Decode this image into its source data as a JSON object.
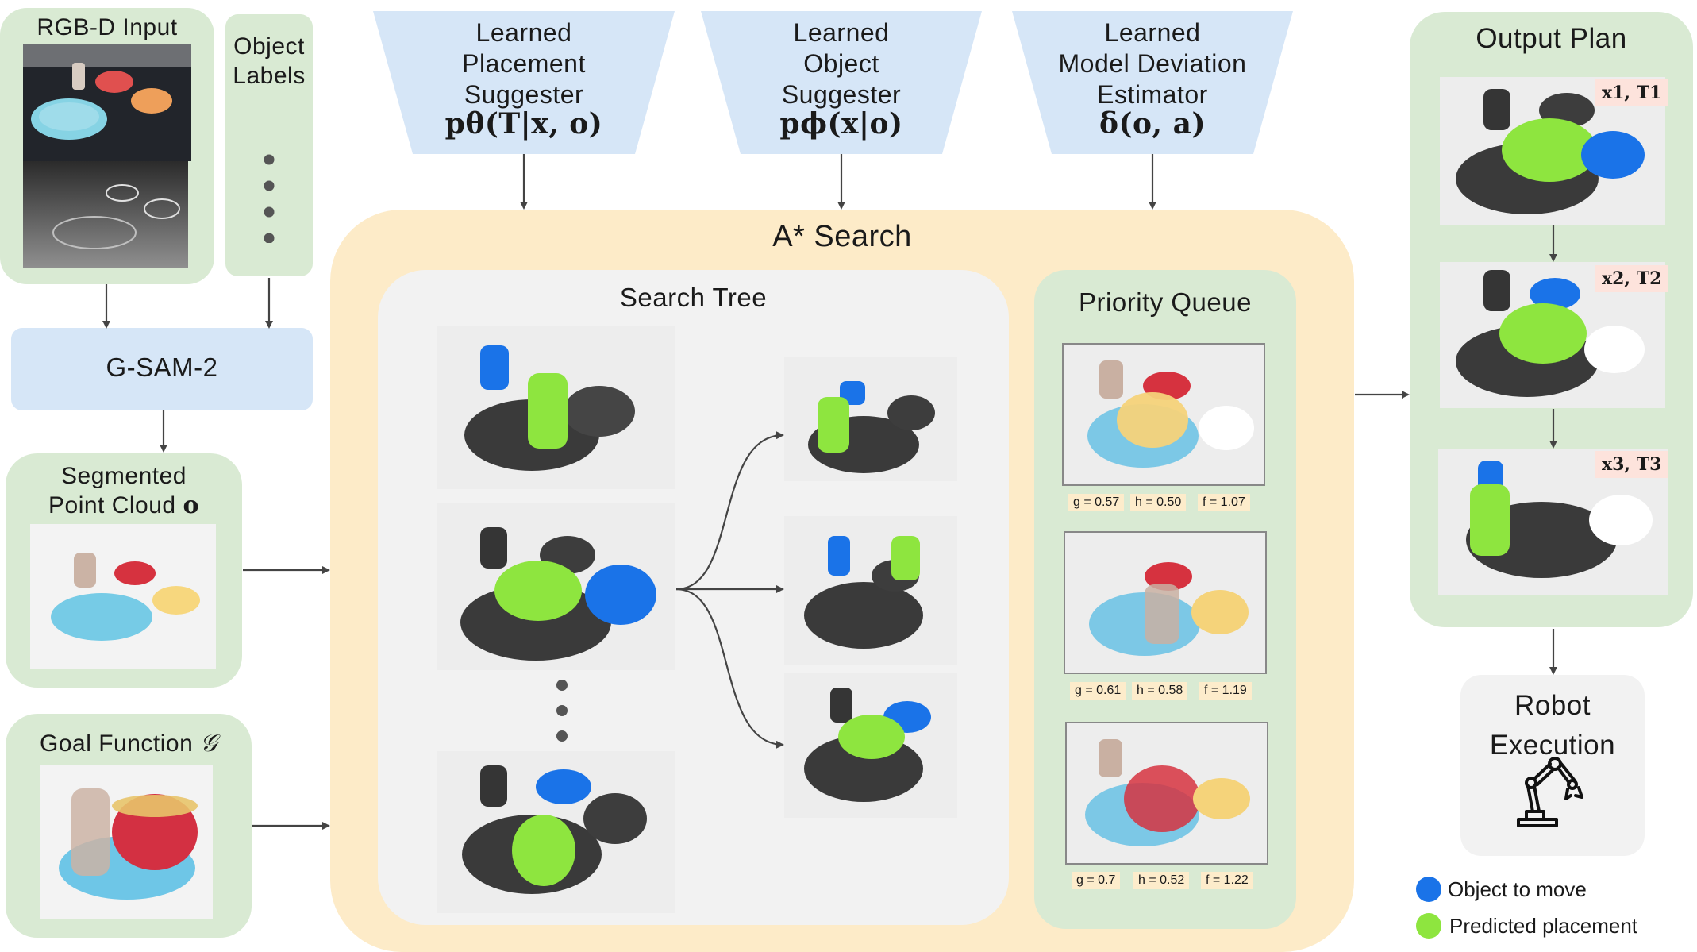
{
  "inputs": {
    "rgbd_title": "RGB-D Input",
    "object_labels_title": "Object\nLabels",
    "gsam_label": "G-SAM-2",
    "segmented_title": "Segmented\nPoint Cloud ",
    "segmented_symbol": "o",
    "goal_title": "Goal Function ",
    "goal_symbol": "𝒢"
  },
  "learned": [
    {
      "text": "Learned\nPlacement\nSuggester",
      "formula": "pθ(T|x, o)"
    },
    {
      "text": "Learned\nObject\nSuggester",
      "formula": "pϕ(x|o)"
    },
    {
      "text": "Learned\nModel Deviation\nEstimator",
      "formula": "δ(o, a)"
    }
  ],
  "search": {
    "title": "A* Search",
    "tree_title": "Search Tree",
    "queue_title": "Priority Queue",
    "queue_items": [
      {
        "g": "g = 0.57",
        "h": "h = 0.50",
        "f": "f = 1.07"
      },
      {
        "g": "g = 0.61",
        "h": "h = 0.58",
        "f": "f = 1.19"
      },
      {
        "g": "g = 0.7",
        "h": "h = 0.52",
        "f": "f = 1.22"
      }
    ]
  },
  "output": {
    "title": "Output Plan",
    "steps": [
      "x1, T1",
      "x2, T2",
      "x3, T3"
    ],
    "robot_label": "Robot\nExecution"
  },
  "legend": [
    {
      "label": "Object to move",
      "color": "#1a73e8"
    },
    {
      "label": "Predicted placement",
      "color": "#8ee53f"
    }
  ],
  "colors": {
    "green_panel": "#d9ead3",
    "blue_panel": "#d6e6f7",
    "orange_panel": "#fdebc8",
    "gray_panel": "#f2f2f2",
    "object_blue": "#1a73e8",
    "placement_green": "#8ee53f"
  }
}
